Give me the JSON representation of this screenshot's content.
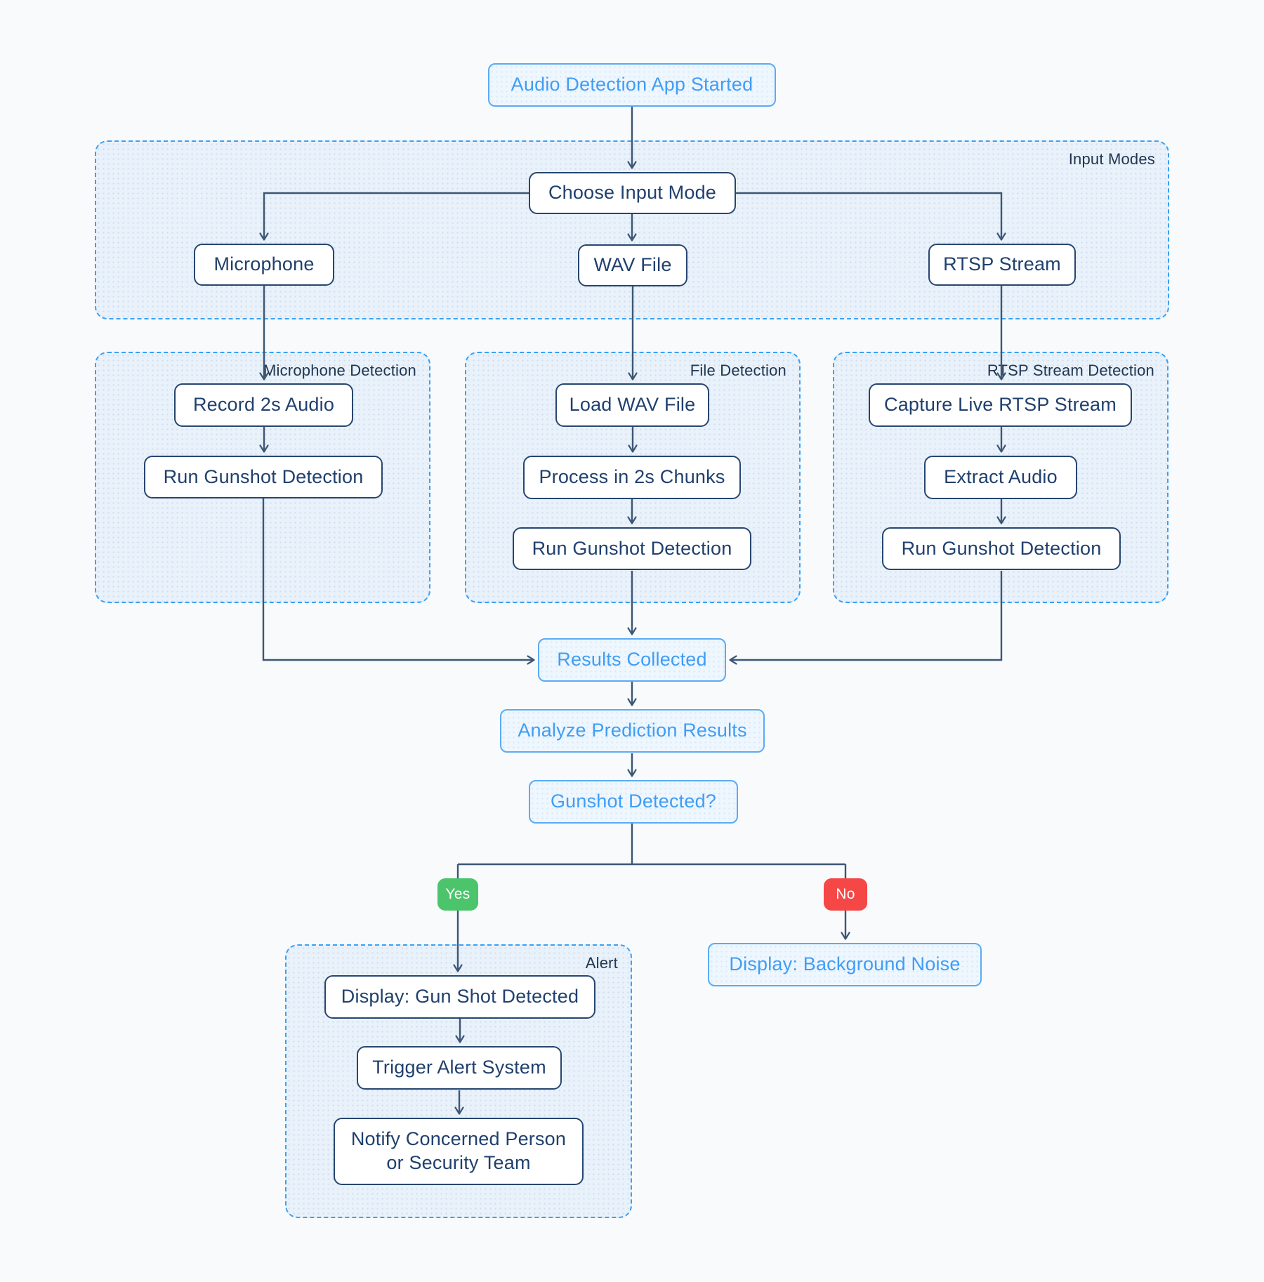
{
  "colors": {
    "accent_blue": "#3f9df5",
    "navy": "#20406e",
    "line": "#3d5674",
    "container_border": "#3ba1f3",
    "yes_green": "#4cc46c",
    "no_red": "#f64747"
  },
  "containers": {
    "input_modes": {
      "label": "Input Modes"
    },
    "microphone_detection": {
      "label": "Microphone Detection"
    },
    "file_detection": {
      "label": "File Detection"
    },
    "rtsp_detection": {
      "label": "RTSP Stream Detection"
    },
    "alert": {
      "label": "Alert"
    }
  },
  "nodes": {
    "start": {
      "label": "Audio Detection App Started"
    },
    "choose": {
      "label": "Choose Input Mode"
    },
    "microphone": {
      "label": "Microphone"
    },
    "wav_file": {
      "label": "WAV File"
    },
    "rtsp_stream": {
      "label": "RTSP Stream"
    },
    "record": {
      "label": "Record 2s Audio"
    },
    "run_mic": {
      "label": "Run Gunshot Detection"
    },
    "load_wav": {
      "label": "Load WAV File"
    },
    "process_chunks": {
      "label": "Process in 2s Chunks"
    },
    "run_file": {
      "label": "Run Gunshot Detection"
    },
    "capture_rtsp": {
      "label": "Capture Live RTSP Stream"
    },
    "extract_audio": {
      "label": "Extract Audio"
    },
    "run_rtsp": {
      "label": "Run Gunshot Detection"
    },
    "results": {
      "label": "Results Collected"
    },
    "analyze": {
      "label": "Analyze Prediction Results"
    },
    "gunshot_q": {
      "label": "Gunshot Detected?"
    },
    "display_gun": {
      "label": "Display: Gun Shot Detected"
    },
    "trigger": {
      "label": "Trigger Alert System"
    },
    "notify": {
      "label": "Notify Concerned Person or Security Team"
    },
    "display_bg": {
      "label": "Display: Background Noise"
    }
  },
  "badges": {
    "yes": {
      "label": "Yes"
    },
    "no": {
      "label": "No"
    }
  }
}
